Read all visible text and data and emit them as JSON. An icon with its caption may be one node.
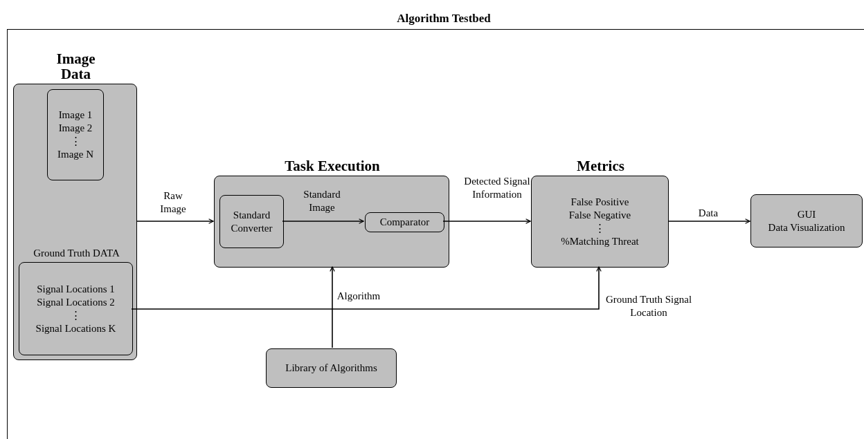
{
  "diagram": {
    "nodes": [
      {
        "text": [
          "Algorithm Testbed"
        ]
      },
      {
        "text": [
          "Image Data"
        ],
        "in": 0
      },
      {
        "text": [
          "Image 1",
          "Image 2",
          "⋮",
          "Image N"
        ],
        "in": 1
      },
      {
        "text": [
          "Ground Truth DATA",
          "Signal Locations 1",
          "Signal Locations 2",
          "⋮",
          "Signal Locations K"
        ],
        "in": 1
      },
      {
        "text": [
          "Task Execution"
        ],
        "in": 0
      },
      {
        "text": [
          "Standard Converter"
        ],
        "in": 4
      },
      {
        "text": [
          "Comparator"
        ],
        "in": 4
      },
      {
        "text": [
          "Metrics",
          "False Positive",
          "False Negative",
          "⋮",
          "%Matching Threat"
        ],
        "in": 0
      },
      {
        "text": [
          "GUI",
          "Data Visualization"
        ],
        "in": 0
      },
      {
        "text": [
          "Library of Algorithms"
        ],
        "in": 0
      }
    ],
    "edges": [
      {
        "from": 1,
        "to": 4,
        "arrow": "to",
        "label": "Raw Image"
      },
      {
        "from": 5,
        "to": 6,
        "arrow": "to",
        "label": "Standard Image"
      },
      {
        "from": 6,
        "to": 7,
        "arrow": "to",
        "label": "Detected Signal Information"
      },
      {
        "from": 7,
        "to": 8,
        "arrow": "to",
        "label": "Data"
      },
      {
        "from": 9,
        "to": 4,
        "arrow": "to",
        "label": "Algorithm"
      },
      {
        "from": 3,
        "to": 7,
        "arrow": "to",
        "label": "Ground Truth Signal Location"
      }
    ]
  }
}
